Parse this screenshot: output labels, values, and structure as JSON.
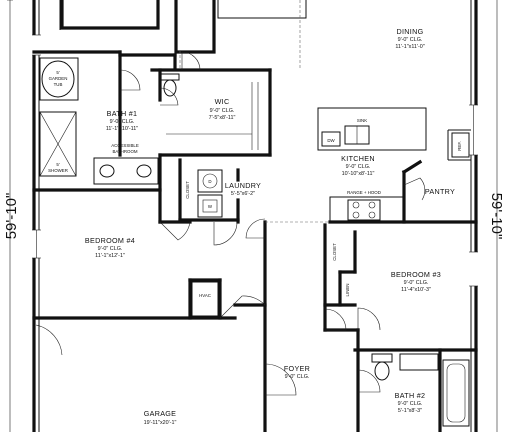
{
  "dimension_left": "59'-10\"",
  "dimension_right": "59'-10\"",
  "rooms": {
    "dining": {
      "name": "DINING",
      "lines": [
        "9'-0\" CLG.",
        "11'-1\"x11'-0\""
      ]
    },
    "bath1": {
      "name": "BATH #1",
      "lines": [
        "9'-0\" CLG.",
        "11'-1\"x10'-11\""
      ]
    },
    "wic": {
      "name": "WIC",
      "lines": [
        "9'-0\" CLG.",
        "7'-5\"x8'-11\""
      ]
    },
    "kitchen": {
      "name": "KITCHEN",
      "lines": [
        "9'-0\" CLG.",
        "10'-10\"x8'-11\""
      ]
    },
    "laundry": {
      "name": "LAUNDRY",
      "lines": [
        "5'-5\"x6'-2\""
      ]
    },
    "pantry": {
      "name": "PANTRY",
      "lines": []
    },
    "bedroom4": {
      "name": "BEDROOM #4",
      "lines": [
        "9'-0\" CLG.",
        "11'-1\"x12'-1\""
      ]
    },
    "bedroom3": {
      "name": "BEDROOM #3",
      "lines": [
        "9'-0\" CLG.",
        "11'-4\"x10'-3\""
      ]
    },
    "foyer": {
      "name": "FOYER",
      "lines": [
        "9'-0\" CLG."
      ]
    },
    "bath2": {
      "name": "BATH #2",
      "lines": [
        "9'-0\" CLG.",
        "5'-1\"x8'-3\""
      ]
    },
    "garage": {
      "name": "GARAGE",
      "lines": [
        "19'-11\"x20'-1\""
      ]
    }
  },
  "labels": {
    "garden_tub": [
      "5'",
      "GARDEN",
      "TUB"
    ],
    "shower": [
      "5'",
      "SHOWER"
    ],
    "accessible_bathroom": [
      "ACCESSIBLE",
      "BATHROOM"
    ],
    "sink": "SINK",
    "dw": "DW",
    "ref": "REF.",
    "range_hood": "RANGE + HOOD",
    "closet_laundry": "CLOSET",
    "closet_bed3": "CLOSET",
    "linen": "LINEN",
    "hvac": "HVAC",
    "d": "D",
    "w": "W"
  }
}
